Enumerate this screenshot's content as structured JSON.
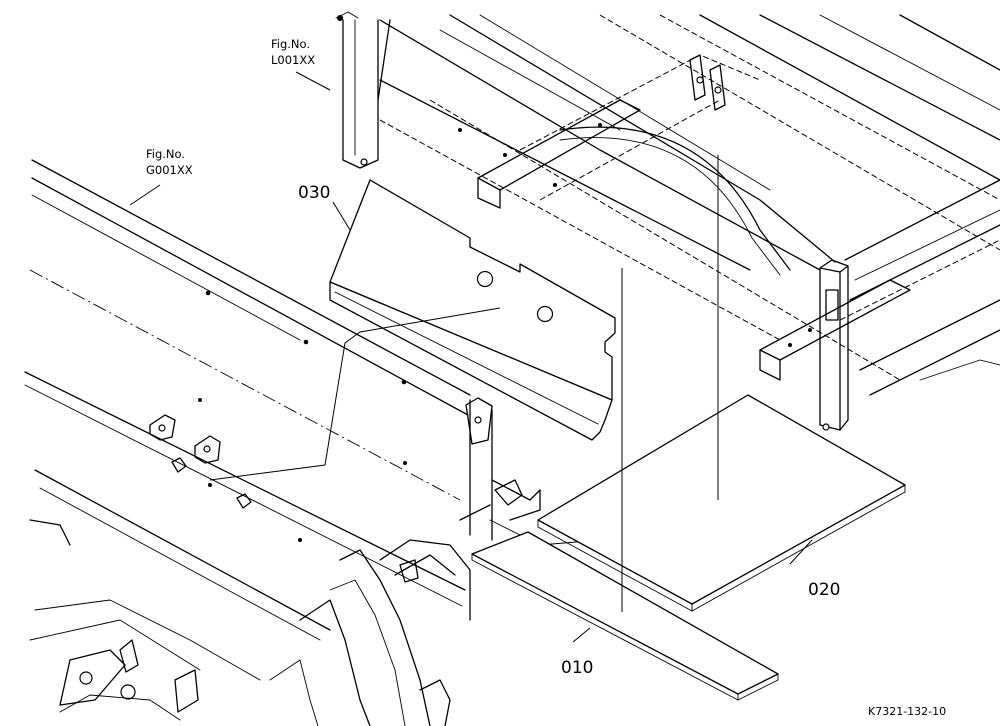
{
  "figure": {
    "code": "K7321-132-10",
    "references": [
      {
        "line1": "Fig.No.",
        "line2": "L001XX"
      },
      {
        "line1": "Fig.No.",
        "line2": "G001XX"
      }
    ],
    "parts": [
      {
        "number": "030"
      },
      {
        "number": "020"
      },
      {
        "number": "010"
      }
    ]
  }
}
